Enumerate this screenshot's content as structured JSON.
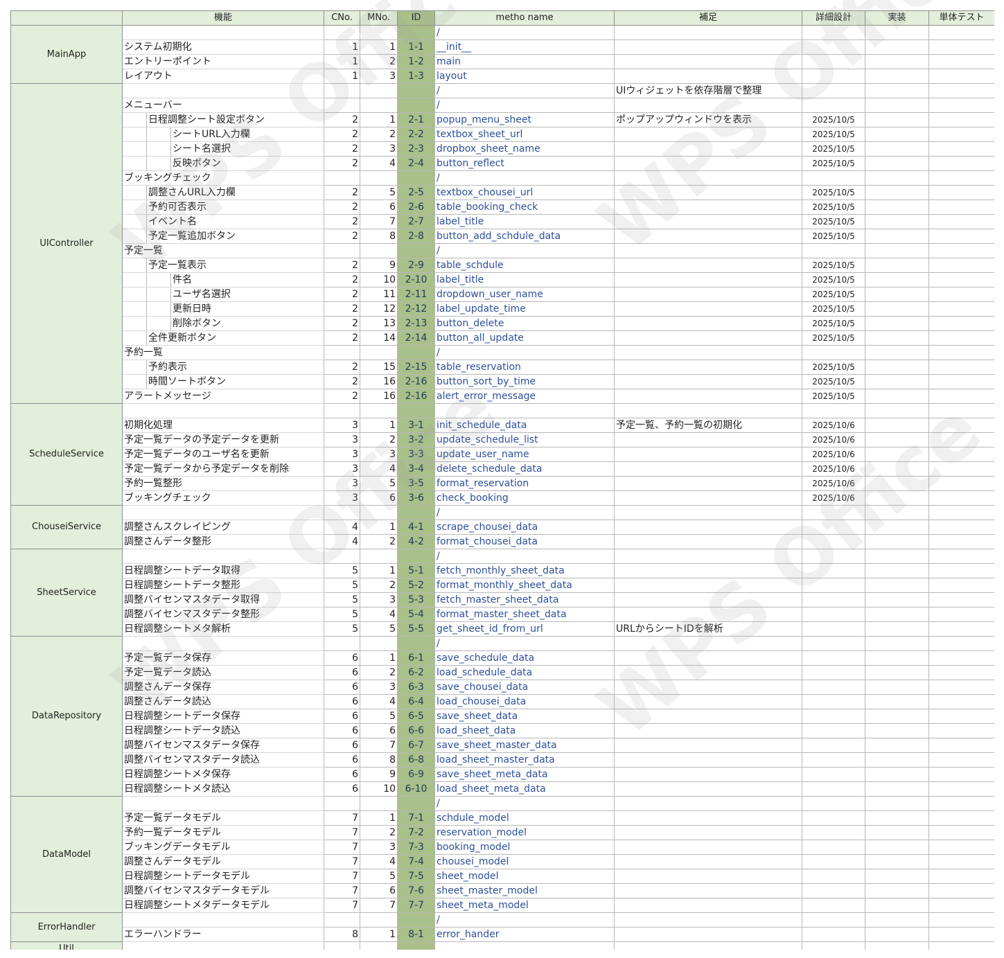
{
  "headers": {
    "feature": "機能",
    "cno": "CNo.",
    "mno": "MNo.",
    "id": "ID",
    "method": "metho name",
    "note": "補足",
    "design": "詳細設計",
    "impl": "実装",
    "unittest": "単体テスト"
  },
  "watermark": "WPS Office",
  "components": [
    {
      "name": "MainApp",
      "rows": [
        {
          "level": 1,
          "feature": "",
          "cno": "",
          "mno": "",
          "id": "",
          "method": "/",
          "note": "",
          "date": ""
        },
        {
          "level": 1,
          "feature": "システム初期化",
          "cno": "1",
          "mno": "1",
          "id": "1-1",
          "method": "__init__",
          "note": "",
          "date": ""
        },
        {
          "level": 1,
          "feature": "エントリーポイント",
          "cno": "1",
          "mno": "2",
          "id": "1-2",
          "method": "main",
          "note": "",
          "date": ""
        },
        {
          "level": 1,
          "feature": "レイアウト",
          "cno": "1",
          "mno": "3",
          "id": "1-3",
          "method": "layout",
          "note": "",
          "date": ""
        }
      ]
    },
    {
      "name": "UIController",
      "rows": [
        {
          "level": 1,
          "feature": "",
          "cno": "",
          "mno": "",
          "id": "",
          "method": "/",
          "note": "UIウィジェットを依存階層で整理",
          "date": ""
        },
        {
          "level": 1,
          "feature": "メニューバー",
          "cno": "",
          "mno": "",
          "id": "",
          "method": "/",
          "note": "",
          "date": ""
        },
        {
          "level": 2,
          "feature": "日程調整シート設定ボタン",
          "cno": "2",
          "mno": "1",
          "id": "2-1",
          "method": "popup_menu_sheet",
          "note": "ポップアップウィンドウを表示",
          "date": "2025/10/5"
        },
        {
          "level": 3,
          "feature": "シートURL入力欄",
          "cno": "2",
          "mno": "2",
          "id": "2-2",
          "method": "textbox_sheet_url",
          "note": "",
          "date": "2025/10/5"
        },
        {
          "level": 3,
          "feature": "シート名選択",
          "cno": "2",
          "mno": "3",
          "id": "2-3",
          "method": "dropbox_sheet_name",
          "note": "",
          "date": "2025/10/5"
        },
        {
          "level": 3,
          "feature": "反映ボタン",
          "cno": "2",
          "mno": "4",
          "id": "2-4",
          "method": "button_reflect",
          "note": "",
          "date": "2025/10/5"
        },
        {
          "level": 1,
          "feature": "ブッキングチェック",
          "cno": "",
          "mno": "",
          "id": "",
          "method": "/",
          "note": "",
          "date": ""
        },
        {
          "level": 2,
          "feature": "調整さんURL入力欄",
          "cno": "2",
          "mno": "5",
          "id": "2-5",
          "method": "textbox_chousei_url",
          "note": "",
          "date": "2025/10/5"
        },
        {
          "level": 2,
          "feature": "予約可否表示",
          "cno": "2",
          "mno": "6",
          "id": "2-6",
          "method": "table_booking_check",
          "note": "",
          "date": "2025/10/5"
        },
        {
          "level": 2,
          "feature": "イベント名",
          "cno": "2",
          "mno": "7",
          "id": "2-7",
          "method": "label_title",
          "note": "",
          "date": "2025/10/5"
        },
        {
          "level": 2,
          "feature": "予定一覧追加ボタン",
          "cno": "2",
          "mno": "8",
          "id": "2-8",
          "method": "button_add_schdule_data",
          "note": "",
          "date": "2025/10/5"
        },
        {
          "level": 1,
          "feature": "予定一覧",
          "cno": "",
          "mno": "",
          "id": "",
          "method": "/",
          "note": "",
          "date": ""
        },
        {
          "level": 2,
          "feature": "予定一覧表示",
          "cno": "2",
          "mno": "9",
          "id": "2-9",
          "method": "table_schdule",
          "note": "",
          "date": "2025/10/5"
        },
        {
          "level": 3,
          "feature": "件名",
          "cno": "2",
          "mno": "10",
          "id": "2-10",
          "method": "label_title",
          "note": "",
          "date": "2025/10/5"
        },
        {
          "level": 3,
          "feature": "ユーザ名選択",
          "cno": "2",
          "mno": "11",
          "id": "2-11",
          "method": "dropdown_user_name",
          "note": "",
          "date": "2025/10/5"
        },
        {
          "level": 3,
          "feature": "更新日時",
          "cno": "2",
          "mno": "12",
          "id": "2-12",
          "method": "label_update_time",
          "note": "",
          "date": "2025/10/5"
        },
        {
          "level": 3,
          "feature": "削除ボタン",
          "cno": "2",
          "mno": "13",
          "id": "2-13",
          "method": "button_delete",
          "note": "",
          "date": "2025/10/5"
        },
        {
          "level": 2,
          "feature": "全件更新ボタン",
          "cno": "2",
          "mno": "14",
          "id": "2-14",
          "method": "button_all_update",
          "note": "",
          "date": "2025/10/5"
        },
        {
          "level": 1,
          "feature": "予約一覧",
          "cno": "",
          "mno": "",
          "id": "",
          "method": "/",
          "note": "",
          "date": ""
        },
        {
          "level": 2,
          "feature": "予約表示",
          "cno": "2",
          "mno": "15",
          "id": "2-15",
          "method": "table_reservation",
          "note": "",
          "date": "2025/10/5"
        },
        {
          "level": 2,
          "feature": "時間ソートボタン",
          "cno": "2",
          "mno": "16",
          "id": "2-16",
          "method": "button_sort_by_time",
          "note": "",
          "date": "2025/10/5"
        },
        {
          "level": 1,
          "feature": "アラートメッセージ",
          "cno": "2",
          "mno": "16",
          "id": "2-16",
          "method": "alert_error_message",
          "note": "",
          "date": "2025/10/5"
        }
      ]
    },
    {
      "name": "ScheduleService",
      "rows": [
        {
          "level": 1,
          "feature": "",
          "cno": "",
          "mno": "",
          "id": "",
          "method": "",
          "note": "",
          "date": ""
        },
        {
          "level": 1,
          "feature": "初期化処理",
          "cno": "3",
          "mno": "1",
          "id": "3-1",
          "method": "init_schedule_data",
          "note": "予定一覧、予約一覧の初期化",
          "date": "2025/10/6"
        },
        {
          "level": 1,
          "feature": "予定一覧データの予定データを更新",
          "cno": "3",
          "mno": "2",
          "id": "3-2",
          "method": "update_schedule_list",
          "note": "",
          "date": "2025/10/6"
        },
        {
          "level": 1,
          "feature": "予定一覧データのユーザ名を更新",
          "cno": "3",
          "mno": "3",
          "id": "3-3",
          "method": "update_user_name",
          "note": "",
          "date": "2025/10/6"
        },
        {
          "level": 1,
          "feature": "予定一覧データから予定データを削除",
          "cno": "3",
          "mno": "4",
          "id": "3-4",
          "method": "delete_schedule_data",
          "note": "",
          "date": "2025/10/6"
        },
        {
          "level": 1,
          "feature": "予約一覧整形",
          "cno": "3",
          "mno": "5",
          "id": "3-5",
          "method": "format_reservation",
          "note": "",
          "date": "2025/10/6"
        },
        {
          "level": 1,
          "feature": "ブッキングチェック",
          "cno": "3",
          "mno": "6",
          "id": "3-6",
          "method": "check_booking",
          "note": "",
          "date": "2025/10/6"
        }
      ]
    },
    {
      "name": "ChouseiService",
      "rows": [
        {
          "level": 1,
          "feature": "",
          "cno": "",
          "mno": "",
          "id": "",
          "method": "/",
          "note": "",
          "date": ""
        },
        {
          "level": 1,
          "feature": "調整さんスクレイピング",
          "cno": "4",
          "mno": "1",
          "id": "4-1",
          "method": "scrape_chousei_data",
          "note": "",
          "date": ""
        },
        {
          "level": 1,
          "feature": "調整さんデータ整形",
          "cno": "4",
          "mno": "2",
          "id": "4-2",
          "method": "format_chousei_data",
          "note": "",
          "date": ""
        }
      ]
    },
    {
      "name": "SheetService",
      "rows": [
        {
          "level": 1,
          "feature": "",
          "cno": "",
          "mno": "",
          "id": "",
          "method": "/",
          "note": "",
          "date": ""
        },
        {
          "level": 1,
          "feature": "日程調整シートデータ取得",
          "cno": "5",
          "mno": "1",
          "id": "5-1",
          "method": "fetch_monthly_sheet_data",
          "note": "",
          "date": ""
        },
        {
          "level": 1,
          "feature": "日程調整シートデータ整形",
          "cno": "5",
          "mno": "2",
          "id": "5-2",
          "method": "format_monthly_sheet_data",
          "note": "",
          "date": ""
        },
        {
          "level": 1,
          "feature": "調整バイセンマスタデータ取得",
          "cno": "5",
          "mno": "3",
          "id": "5-3",
          "method": "fetch_master_sheet_data",
          "note": "",
          "date": ""
        },
        {
          "level": 1,
          "feature": "調整バイセンマスタデータ整形",
          "cno": "5",
          "mno": "4",
          "id": "5-4",
          "method": "format_master_sheet_data",
          "note": "",
          "date": ""
        },
        {
          "level": 1,
          "feature": "日程調整シートメタ解析",
          "cno": "5",
          "mno": "5",
          "id": "5-5",
          "method": "get_sheet_id_from_url",
          "note": "URLからシートIDを解析",
          "date": ""
        }
      ]
    },
    {
      "name": "DataRepository",
      "rows": [
        {
          "level": 1,
          "feature": "",
          "cno": "",
          "mno": "",
          "id": "",
          "method": "/",
          "note": "",
          "date": ""
        },
        {
          "level": 1,
          "feature": "予定一覧データ保存",
          "cno": "6",
          "mno": "1",
          "id": "6-1",
          "method": "save_schedule_data",
          "note": "",
          "date": ""
        },
        {
          "level": 1,
          "feature": "予定一覧データ読込",
          "cno": "6",
          "mno": "2",
          "id": "6-2",
          "method": "load_schedule_data",
          "note": "",
          "date": ""
        },
        {
          "level": 1,
          "feature": "調整さんデータ保存",
          "cno": "6",
          "mno": "3",
          "id": "6-3",
          "method": "save_chousei_data",
          "note": "",
          "date": ""
        },
        {
          "level": 1,
          "feature": "調整さんデータ読込",
          "cno": "6",
          "mno": "4",
          "id": "6-4",
          "method": "load_chousei_data",
          "note": "",
          "date": ""
        },
        {
          "level": 1,
          "feature": "日程調整シートデータ保存",
          "cno": "6",
          "mno": "5",
          "id": "6-5",
          "method": "save_sheet_data",
          "note": "",
          "date": ""
        },
        {
          "level": 1,
          "feature": "日程調整シートデータ読込",
          "cno": "6",
          "mno": "6",
          "id": "6-6",
          "method": "load_sheet_data",
          "note": "",
          "date": ""
        },
        {
          "level": 1,
          "feature": "調整バイセンマスタデータ保存",
          "cno": "6",
          "mno": "7",
          "id": "6-7",
          "method": "save_sheet_master_data",
          "note": "",
          "date": ""
        },
        {
          "level": 1,
          "feature": "調整バイセンマスタデータ読込",
          "cno": "6",
          "mno": "8",
          "id": "6-8",
          "method": "load_sheet_master_data",
          "note": "",
          "date": ""
        },
        {
          "level": 1,
          "feature": "日程調整シートメタ保存",
          "cno": "6",
          "mno": "9",
          "id": "6-9",
          "method": "save_sheet_meta_data",
          "note": "",
          "date": ""
        },
        {
          "level": 1,
          "feature": "日程調整シートメタ読込",
          "cno": "6",
          "mno": "10",
          "id": "6-10",
          "method": "load_sheet_meta_data",
          "note": "",
          "date": ""
        }
      ]
    },
    {
      "name": "DataModel",
      "rows": [
        {
          "level": 1,
          "feature": "",
          "cno": "",
          "mno": "",
          "id": "",
          "method": "/",
          "note": "",
          "date": ""
        },
        {
          "level": 1,
          "feature": "予定一覧データモデル",
          "cno": "7",
          "mno": "1",
          "id": "7-1",
          "method": "schdule_model",
          "note": "",
          "date": ""
        },
        {
          "level": 1,
          "feature": "予約一覧データモデル",
          "cno": "7",
          "mno": "2",
          "id": "7-2",
          "method": "reservation_model",
          "note": "",
          "date": ""
        },
        {
          "level": 1,
          "feature": "ブッキングデータモデル",
          "cno": "7",
          "mno": "3",
          "id": "7-3",
          "method": "booking_model",
          "note": "",
          "date": ""
        },
        {
          "level": 1,
          "feature": "調整さんデータモデル",
          "cno": "7",
          "mno": "4",
          "id": "7-4",
          "method": "chousei_model",
          "note": "",
          "date": ""
        },
        {
          "level": 1,
          "feature": "日程調整シートデータモデル",
          "cno": "7",
          "mno": "5",
          "id": "7-5",
          "method": "sheet_model",
          "note": "",
          "date": ""
        },
        {
          "level": 1,
          "feature": "調整バイセンマスタデータモデル",
          "cno": "7",
          "mno": "6",
          "id": "7-6",
          "method": "sheet_master_model",
          "note": "",
          "date": ""
        },
        {
          "level": 1,
          "feature": "日程調整シートメタデータモデル",
          "cno": "7",
          "mno": "7",
          "id": "7-7",
          "method": "sheet_meta_model",
          "note": "",
          "date": ""
        }
      ]
    },
    {
      "name": "ErrorHandler",
      "rows": [
        {
          "level": 1,
          "feature": "",
          "cno": "",
          "mno": "",
          "id": "",
          "method": "/",
          "note": "",
          "date": ""
        },
        {
          "level": 1,
          "feature": "エラーハンドラー",
          "cno": "8",
          "mno": "1",
          "id": "8-1",
          "method": "error_hander",
          "note": "",
          "date": ""
        }
      ]
    },
    {
      "name": "Util",
      "rows": [
        {
          "level": 1,
          "feature": "",
          "cno": "",
          "mno": "",
          "id": "",
          "method": "",
          "note": "",
          "date": ""
        }
      ]
    }
  ]
}
